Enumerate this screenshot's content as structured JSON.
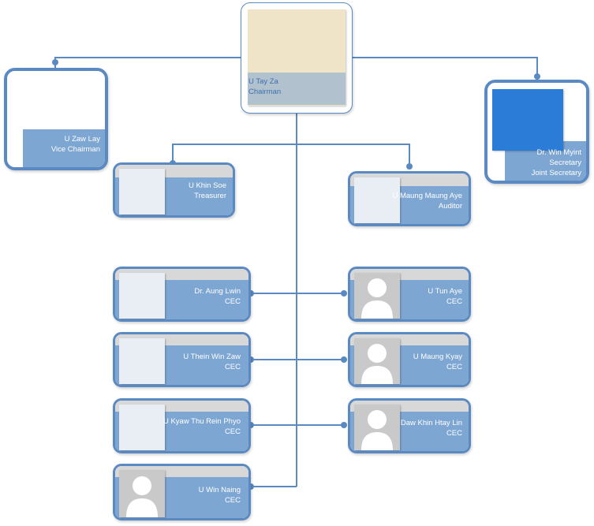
{
  "colors": {
    "border": "#5b8ac2",
    "line": "#5b8ac2",
    "card_body": "#7ea6d3",
    "card_top": "#d8d8d8",
    "text": "#ffffff",
    "chair_text": "#3e6fb0"
  },
  "chairman": {
    "name": "U Tay Za",
    "role": "Chairman",
    "photo": "portrait-photo"
  },
  "vice_chairman": {
    "name": "U Zaw Lay",
    "role": "Vice Chairman",
    "photo": "portrait-photo"
  },
  "secretary": {
    "name": "Dr. Win Myint",
    "role": "Secretary",
    "role2": "Joint Secretary",
    "photo": "portrait-photo"
  },
  "treasurer": {
    "name": "U Khin Soe",
    "role": "Treasurer",
    "photo": "portrait-photo"
  },
  "auditor": {
    "name": "U Maung Maung Aye",
    "role": "Auditor",
    "photo": "portrait-photo"
  },
  "cec_left": [
    {
      "name": "Dr. Aung Lwin",
      "role": "CEC",
      "photo": "portrait-photo"
    },
    {
      "name": "U Thein Win Zaw",
      "role": "CEC",
      "photo": "portrait-photo"
    },
    {
      "name": "U Kyaw Thu Rein Phyo",
      "role": "CEC",
      "photo": "portrait-photo"
    },
    {
      "name": "U Win Naing",
      "role": "CEC",
      "photo": "placeholder-avatar-icon"
    }
  ],
  "cec_right": [
    {
      "name": "U Tun Aye",
      "role": "CEC",
      "photo": "placeholder-avatar-icon"
    },
    {
      "name": "U Maung  Kyay",
      "role": "CEC",
      "photo": "placeholder-avatar-icon"
    },
    {
      "name": "Daw Khin Htay Lin",
      "role": "CEC",
      "photo": "placeholder-avatar-icon"
    }
  ]
}
